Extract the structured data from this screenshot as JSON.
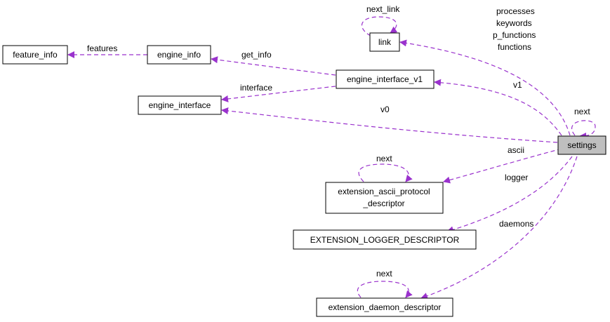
{
  "colors": {
    "edge": "#9a32cd",
    "node_fill": "#ffffff",
    "highlight_fill": "#bfbfbf",
    "node_stroke": "#000000"
  },
  "nodes": {
    "feature_info": "feature_info",
    "engine_info": "engine_info",
    "link": "link",
    "engine_interface_v1": "engine_interface_v1",
    "engine_interface": "engine_interface",
    "settings": "settings",
    "ascii_line1": "extension_ascii_protocol",
    "ascii_line2": "_descriptor",
    "logger": "EXTENSION_LOGGER_DESCRIPTOR",
    "daemon": "extension_daemon_descriptor"
  },
  "edge_labels": {
    "features": "features",
    "get_info": "get_info",
    "interface": "interface",
    "next_link": "next_link",
    "link_processes": "processes",
    "link_keywords": "keywords",
    "link_p_functions": "p_functions",
    "link_functions": "functions",
    "v1": "v1",
    "v0": "v0",
    "settings_next": "next",
    "ascii": "ascii",
    "ascii_next": "next",
    "logger": "logger",
    "daemons": "daemons",
    "daemon_next": "next"
  }
}
